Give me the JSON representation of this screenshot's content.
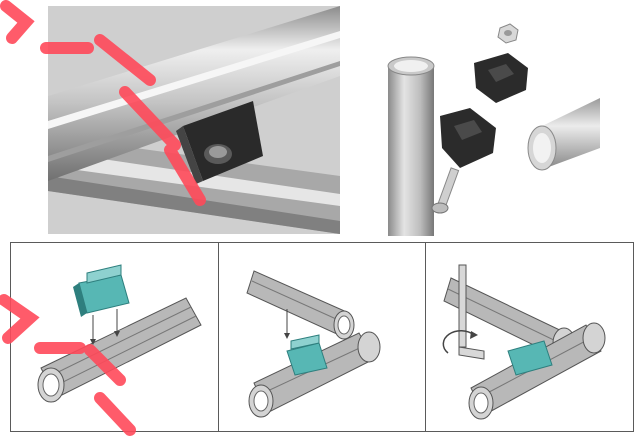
{
  "colors": {
    "tube_light": "#e9e9e9",
    "tube_mid": "#b4b4b4",
    "tube_dark": "#7c7c7c",
    "clamp_black": "#2c2c2c",
    "connector_teal": "#57b7b4",
    "connector_teal_dark": "#2e7f7e",
    "panel_border": "#5a5a5a",
    "watermark": "#ff4a5a"
  },
  "icons": {
    "clamp_photo": "pipe-clamp-assembled",
    "exploded_photo": "pipe-joint-exploded",
    "step_1": "connector-insert-arrow",
    "step_2": "pipe-lower-arrow",
    "step_3": "hex-key-tighten"
  }
}
